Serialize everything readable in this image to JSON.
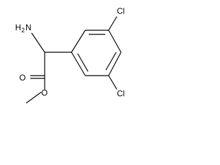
{
  "molecule": {
    "labels": {
      "amine": "H",
      "amine_sub": "2",
      "amine_tail": "N",
      "carbonyl_oxygen": "O",
      "ester_oxygen": "O",
      "chlorine_top": "Cl",
      "chlorine_bottom": "Cl"
    },
    "colors": {
      "bond": "#000000",
      "text": "#000000",
      "background": "#ffffff"
    }
  }
}
